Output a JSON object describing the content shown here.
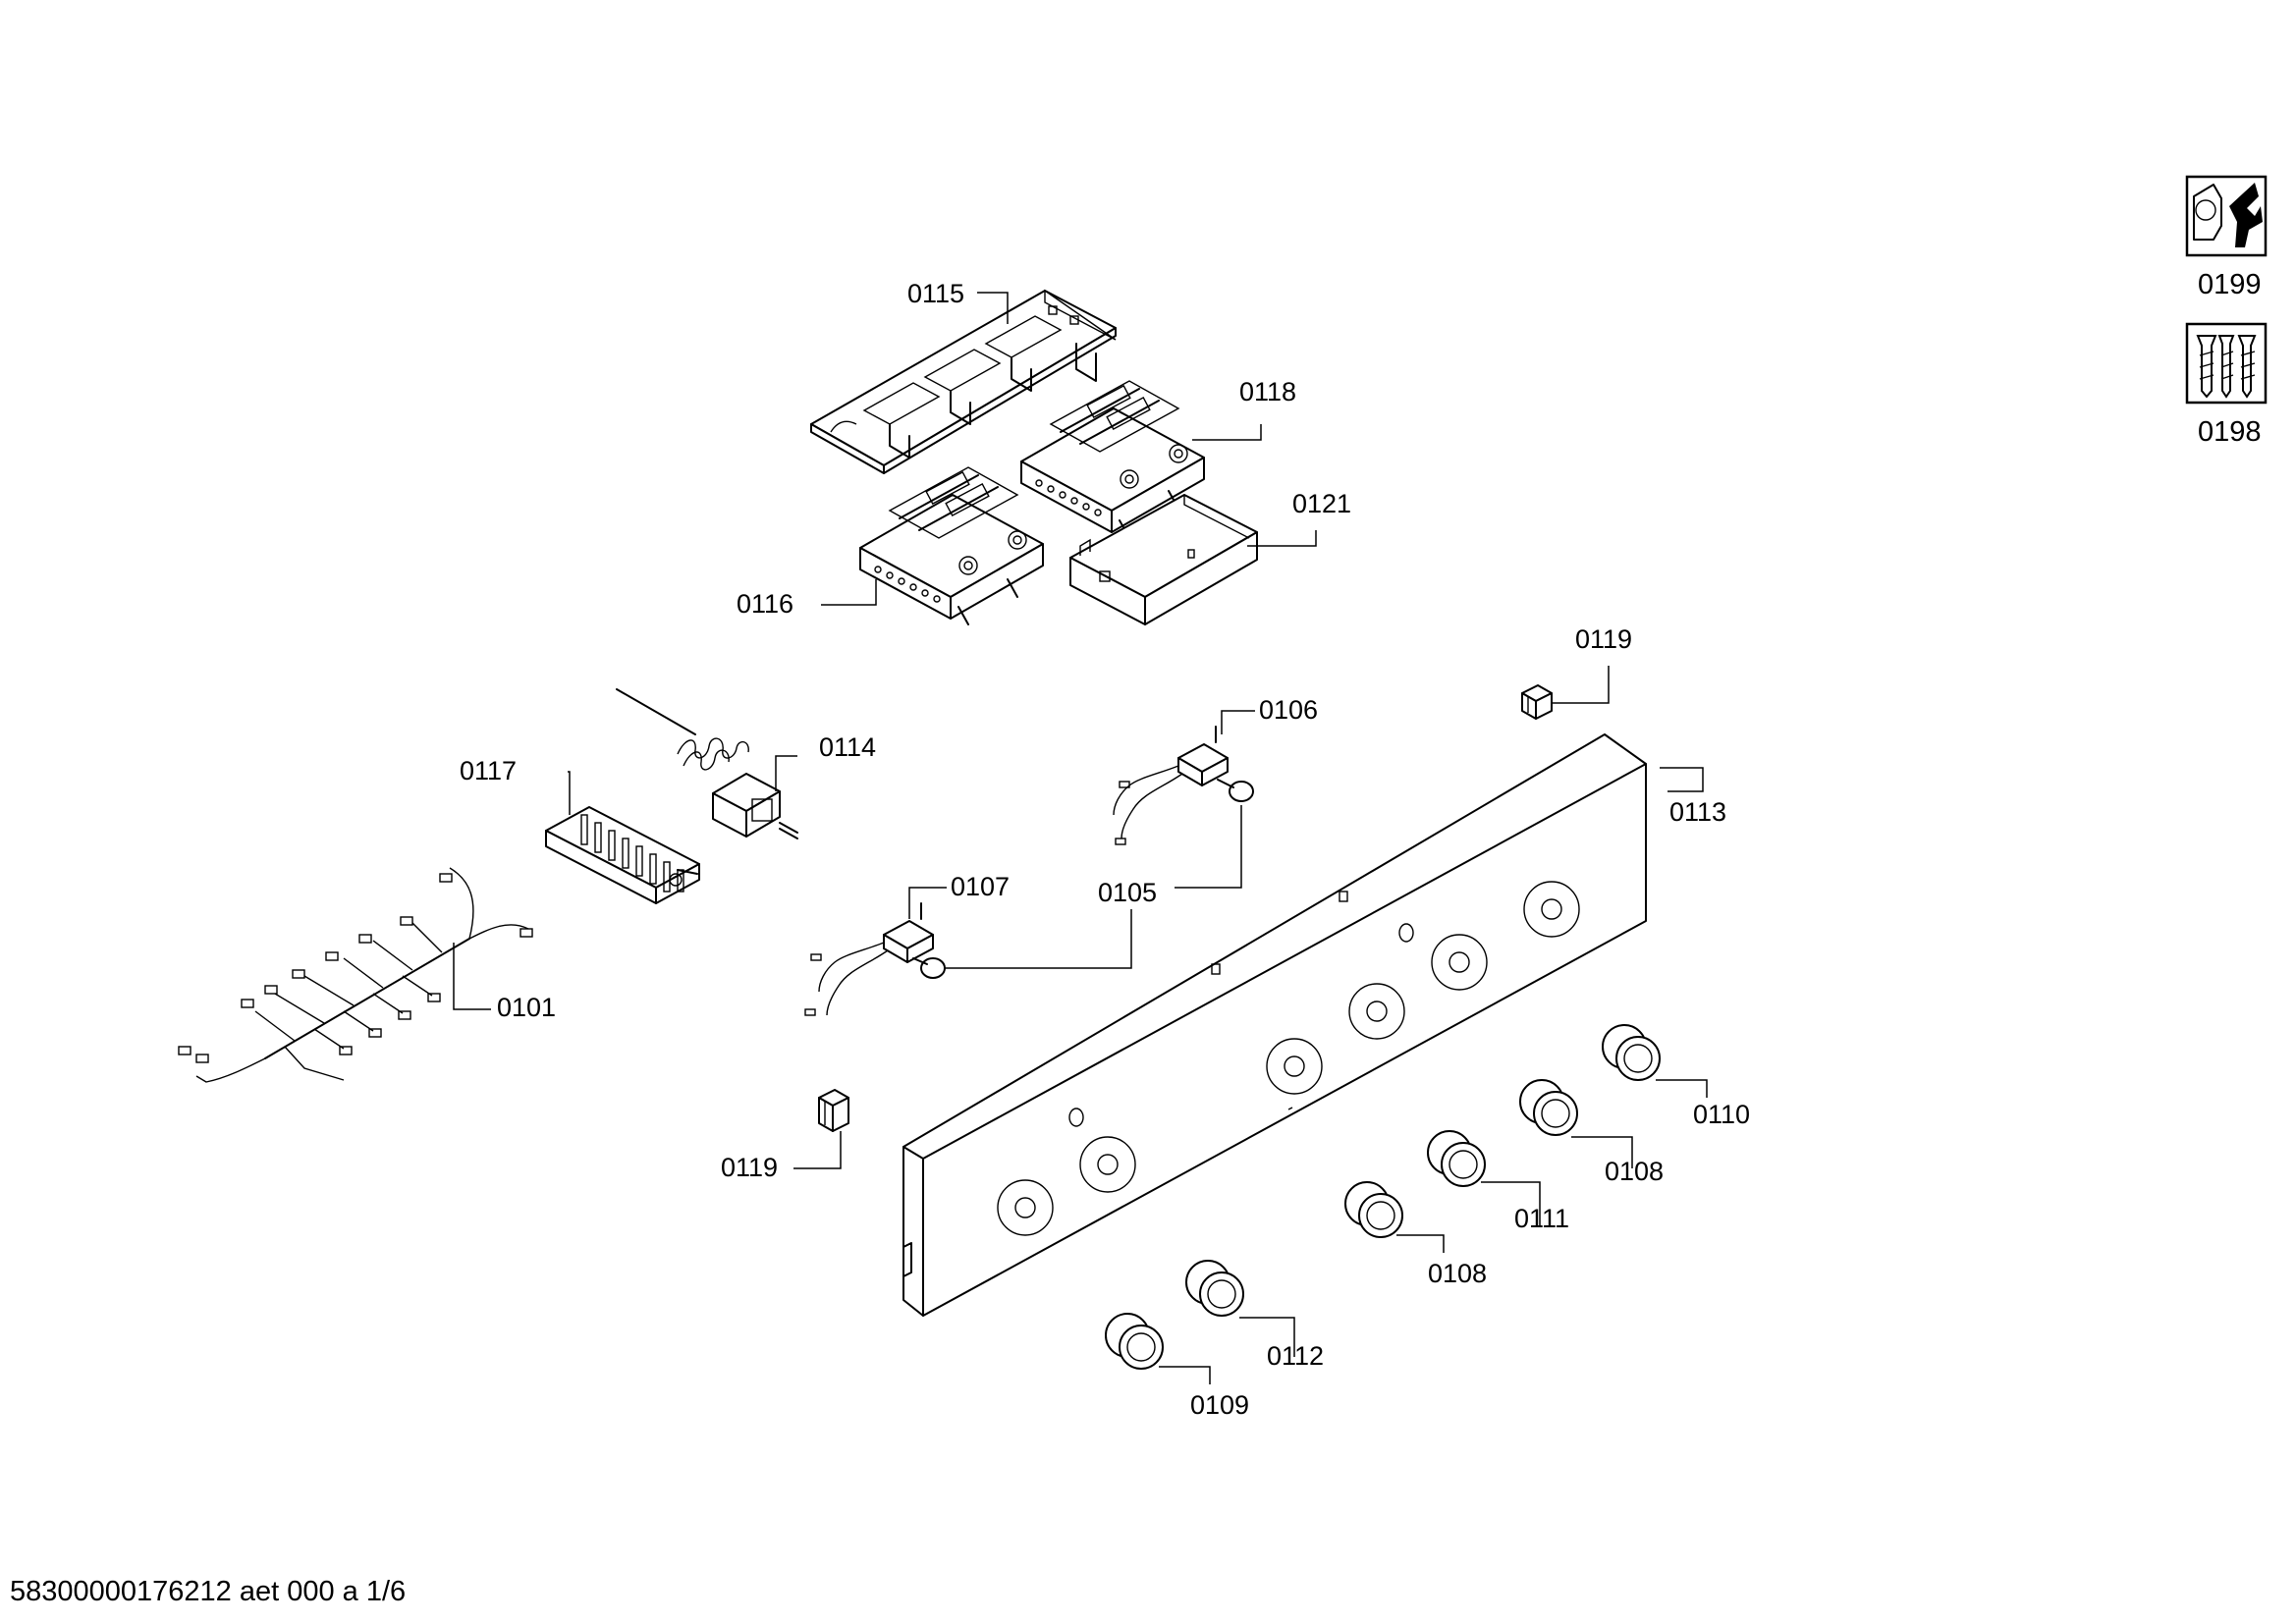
{
  "diagram": {
    "part_labels": {
      "p0115": "0115",
      "p0118": "0118",
      "p0121": "0121",
      "p0116": "0116",
      "p0119_top": "0119",
      "p0106": "0106",
      "p0114": "0114",
      "p0117": "0117",
      "p0113": "0113",
      "p0107": "0107",
      "p0105": "0105",
      "p0101": "0101",
      "p0110": "0110",
      "p0119_bottom": "0119",
      "p0108_right": "0108",
      "p0111": "0111",
      "p0108_left": "0108",
      "p0112": "0112",
      "p0109": "0109"
    },
    "sidebar": {
      "wrench_kit_label": "0199",
      "screw_kit_label": "0198"
    },
    "footer": "58300000176212 aet 000 a 1/6"
  }
}
